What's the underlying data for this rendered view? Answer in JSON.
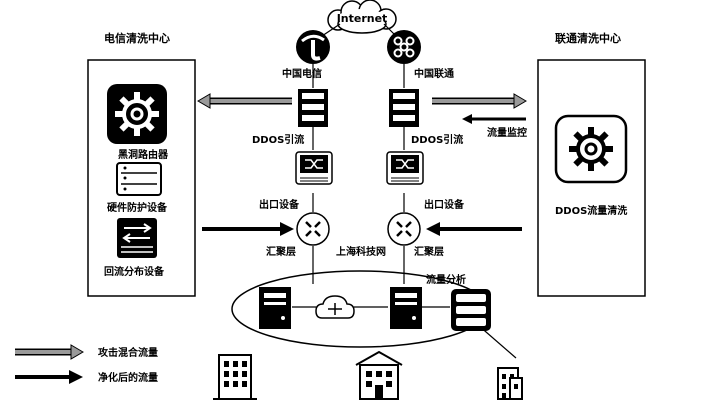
{
  "internet": "Internet",
  "telecom": {
    "center_title": "电信清洗中心",
    "carrier": "中国电信",
    "ddos_label": "DDOS引流",
    "egress": "出口设备",
    "aggregation": "汇聚层",
    "blackhole": "黑洞路由器",
    "firewall": "硬件防护设备",
    "reinjection": "回流分布设备"
  },
  "unicom": {
    "center_title": "联通清洗中心",
    "carrier": "中国联通",
    "ddos_label": "DDOS引流",
    "egress": "出口设备",
    "aggregation": "汇聚层",
    "monitor": "流量监控",
    "scrubbing": "DDOS流量清洗"
  },
  "campus": {
    "network": "上海科技网",
    "analysis": "流量分析"
  },
  "legend": {
    "attack": "攻击混合流量",
    "clean": "净化后的流量"
  },
  "colors": {
    "attack_arrow": "#8c8c8c",
    "clean_arrow": "#000000",
    "node_fill": "#000000"
  }
}
